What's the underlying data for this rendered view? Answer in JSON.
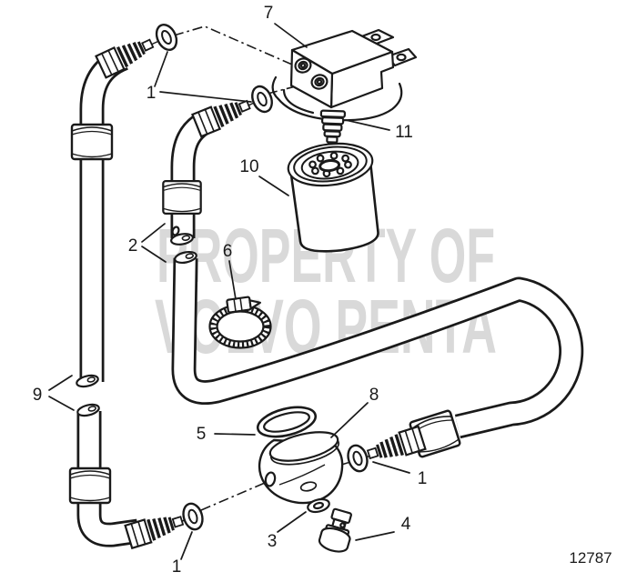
{
  "diagram": {
    "type": "exploded-parts-diagram",
    "background_color": "#ffffff",
    "line_color": "#1a1a1a",
    "watermark_color": "#d9d9d9",
    "watermark": {
      "line1": "PROPERTY OF",
      "line2": "VOLVO PENTA"
    },
    "figure_number": "12787",
    "callouts": {
      "item7": "7",
      "item1_top": "1",
      "item11": "11",
      "item10": "10",
      "item2": "2",
      "item6": "6",
      "item9": "9",
      "item5": "5",
      "item8": "8",
      "item1_right": "1",
      "item3": "3",
      "item4": "4",
      "item1_bottom": "1"
    }
  }
}
